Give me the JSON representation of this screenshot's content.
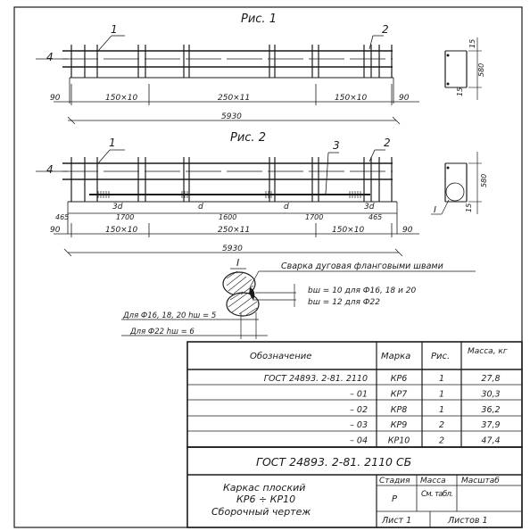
{
  "figures": {
    "fig1": {
      "title": "Рис. 1",
      "callout_1": "1",
      "callout_2": "2",
      "callout_4": "4",
      "dims": [
        "90",
        "150×10",
        "250×11",
        "150×10",
        "90"
      ],
      "total": "5930",
      "section_top": "15",
      "section_height": "580",
      "section_bottom": "15"
    },
    "fig2": {
      "title": "Рис. 2",
      "callout_1": "1",
      "callout_2": "2",
      "callout_3": "3",
      "callout_4": "4",
      "sub_dims": [
        "465",
        "3d",
        "1700",
        "d",
        "1600",
        "d",
        "1700",
        "3d",
        "465"
      ],
      "dims": [
        "90",
        "150×10",
        "250×11",
        "150×10",
        "90"
      ],
      "total": "5930",
      "section_height": "580",
      "section_bottom": "15",
      "detail_mark": "I"
    }
  },
  "detail": {
    "mark": "I",
    "weld_note": "Сварка дуговая фланговыми швами",
    "bw_1": "bш = 10  для Ф16, 18 и 20",
    "bw_2": "bш = 12  для Ф22",
    "hw_1": "Для Ф16, 18, 20   hш = 5",
    "hw_2": "Для Ф22   hш = 6"
  },
  "spec_table": {
    "headers": [
      "Обозначение",
      "Марка",
      "Рис.",
      "Масса, кг"
    ],
    "rows": [
      [
        "ГОСТ 24893. 2-81. 2110",
        "КР6",
        "1",
        "27,8"
      ],
      [
        "– 01",
        "КР7",
        "1",
        "30,3"
      ],
      [
        "– 02",
        "КР8",
        "1",
        "36,2"
      ],
      [
        "– 03",
        "КР9",
        "2",
        "37,9"
      ],
      [
        "– 04",
        "КР10",
        "2",
        "47,4"
      ]
    ]
  },
  "title_block": {
    "doc_code": "ГОСТ 24893. 2-81. 2110 СБ",
    "name_line1": "Каркас плоский",
    "name_line2": "КР6 ÷ КР10",
    "name_line3": "Сборочный чертеж",
    "stage_label": "Стадия",
    "mass_label": "Масса",
    "scale_label": "Масштаб",
    "stage_value": "Р",
    "mass_value": "См. табл.",
    "sheet": "Лист 1",
    "sheets": "Листов 1"
  }
}
